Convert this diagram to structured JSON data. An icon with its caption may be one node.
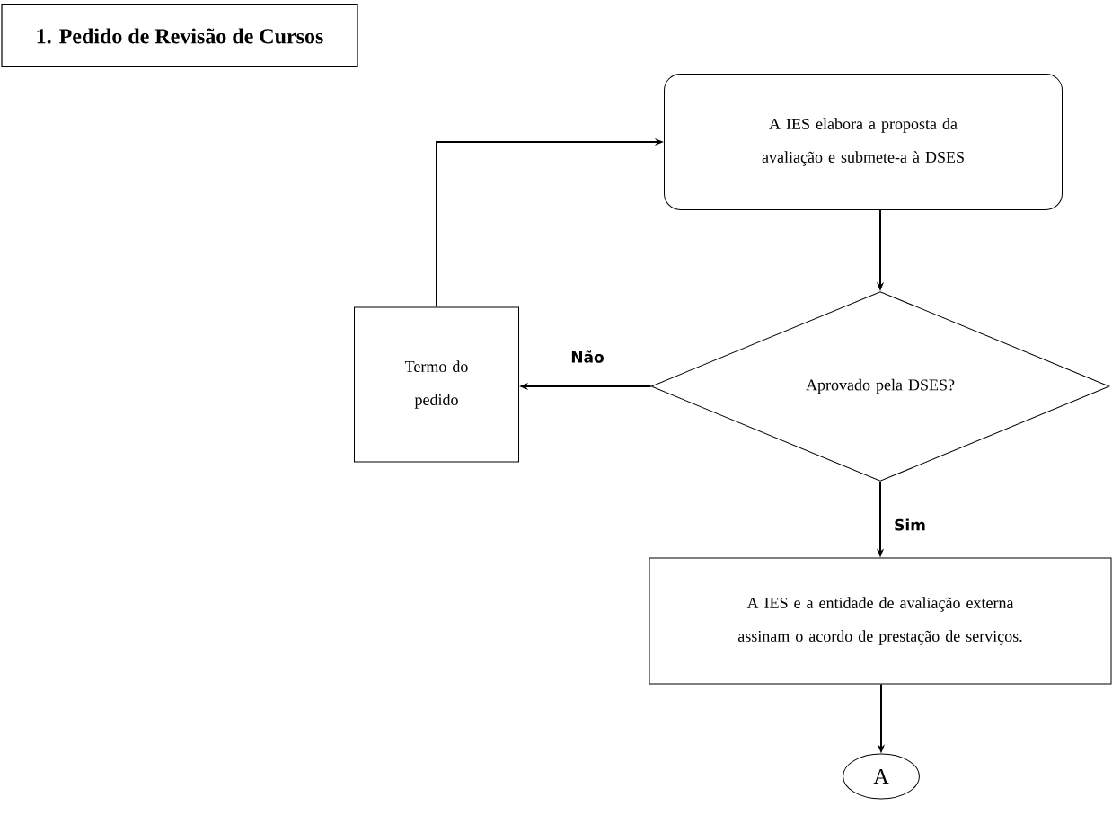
{
  "diagram": {
    "title": "1. Pedido de Revisão de Cursos",
    "nodes": [
      {
        "text": [
          "A IES elabora a proposta da avaliação e submete-a à DSES"
        ]
      },
      {
        "text": [
          "Aprovado pela DSES?"
        ]
      },
      {
        "text": [
          "Termo do pedido"
        ]
      },
      {
        "text": [
          "A IES e a entidade de avaliação externa assinam o acordo de prestação de serviços."
        ]
      },
      {
        "text": [
          "A"
        ]
      }
    ],
    "edges": [
      {
        "from": 0,
        "to": 1,
        "arrow": "to"
      },
      {
        "from": 1,
        "to": 2,
        "arrow": "to",
        "label": "Não"
      },
      {
        "from": 1,
        "to": 3,
        "arrow": "to",
        "label": "Sim"
      },
      {
        "from": 2,
        "to": 0,
        "arrow": "to"
      },
      {
        "from": 3,
        "to": 4,
        "arrow": "to"
      }
    ]
  }
}
